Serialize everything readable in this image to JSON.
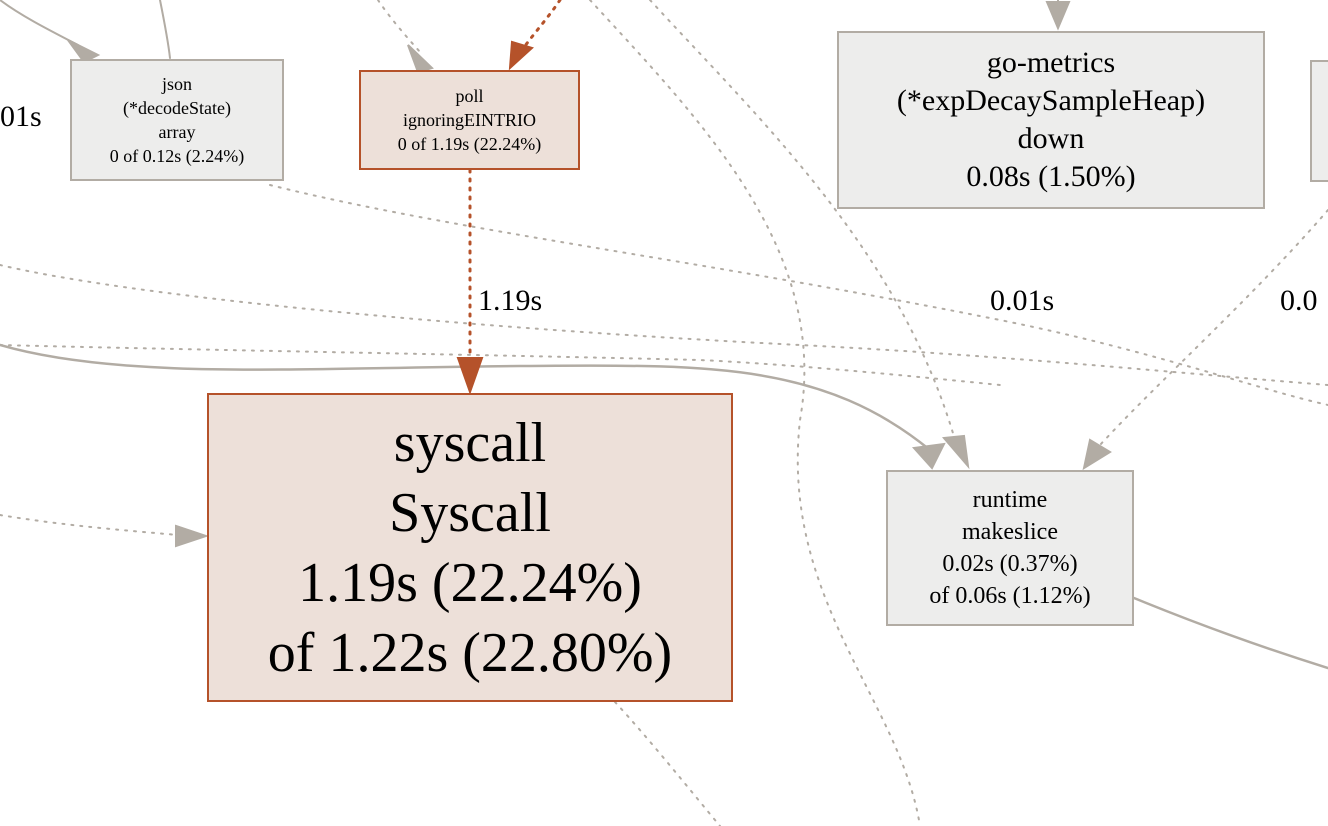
{
  "colors": {
    "gray_fill": "#ededec",
    "gray_edge": "#b2aca4",
    "hot_fill": "#ede0d9",
    "hot_edge": "#b5522a"
  },
  "nodes": {
    "json": {
      "pkg": "json",
      "func": "(*decodeState)",
      "method": "array",
      "cum": "0 of 0.12s (2.24%)"
    },
    "poll": {
      "pkg": "poll",
      "func": "ignoringEINTRIO",
      "cum": "0 of 1.19s (22.24%)"
    },
    "gometrics": {
      "pkg": "go-metrics",
      "func": "(*expDecaySampleHeap)",
      "method": "down",
      "flat": "0.08s (1.50%)"
    },
    "syscall": {
      "pkg": "syscall",
      "func": "Syscall",
      "flat": "1.19s (22.24%)",
      "cum": "of 1.22s (22.80%)"
    },
    "makeslice": {
      "pkg": "runtime",
      "func": "makeslice",
      "flat": "0.02s (0.37%)",
      "cum": "of 0.06s (1.12%)"
    }
  },
  "edge_labels": {
    "left_partial": "01s",
    "poll_to_syscall": "1.19s",
    "mid": "0.01s",
    "right_partial": "0.0"
  }
}
